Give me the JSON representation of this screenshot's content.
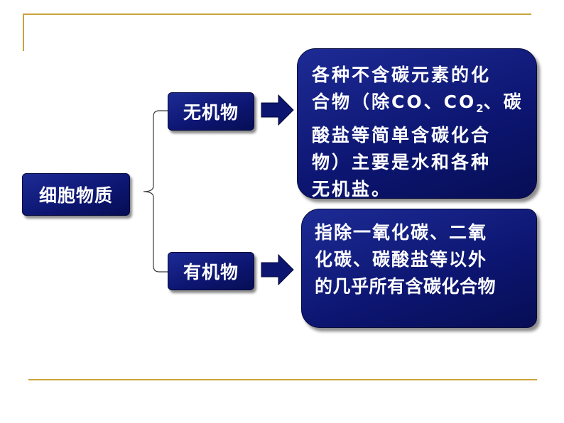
{
  "root": {
    "label": "细胞物质"
  },
  "branches": [
    {
      "label": "无机物",
      "description": {
        "line1": "各种不含碳元素的化",
        "line2_a": "合物（除CO、CO",
        "line2_sub": "2",
        "line2_b": "、碳",
        "line3": "酸盐等简单含碳化合",
        "line4": "物）主要是水和各种",
        "line5": "无机盐。"
      }
    },
    {
      "label": "有机物",
      "description": {
        "line1": "指除一氧化碳、二氧",
        "line2": "化碳、碳酸盐等以外",
        "line3": "的几乎所有含碳化合物"
      }
    }
  ],
  "colors": {
    "box_fill": "#0c1570",
    "rule": "#c9a43b",
    "arrow": "#0c1570"
  }
}
